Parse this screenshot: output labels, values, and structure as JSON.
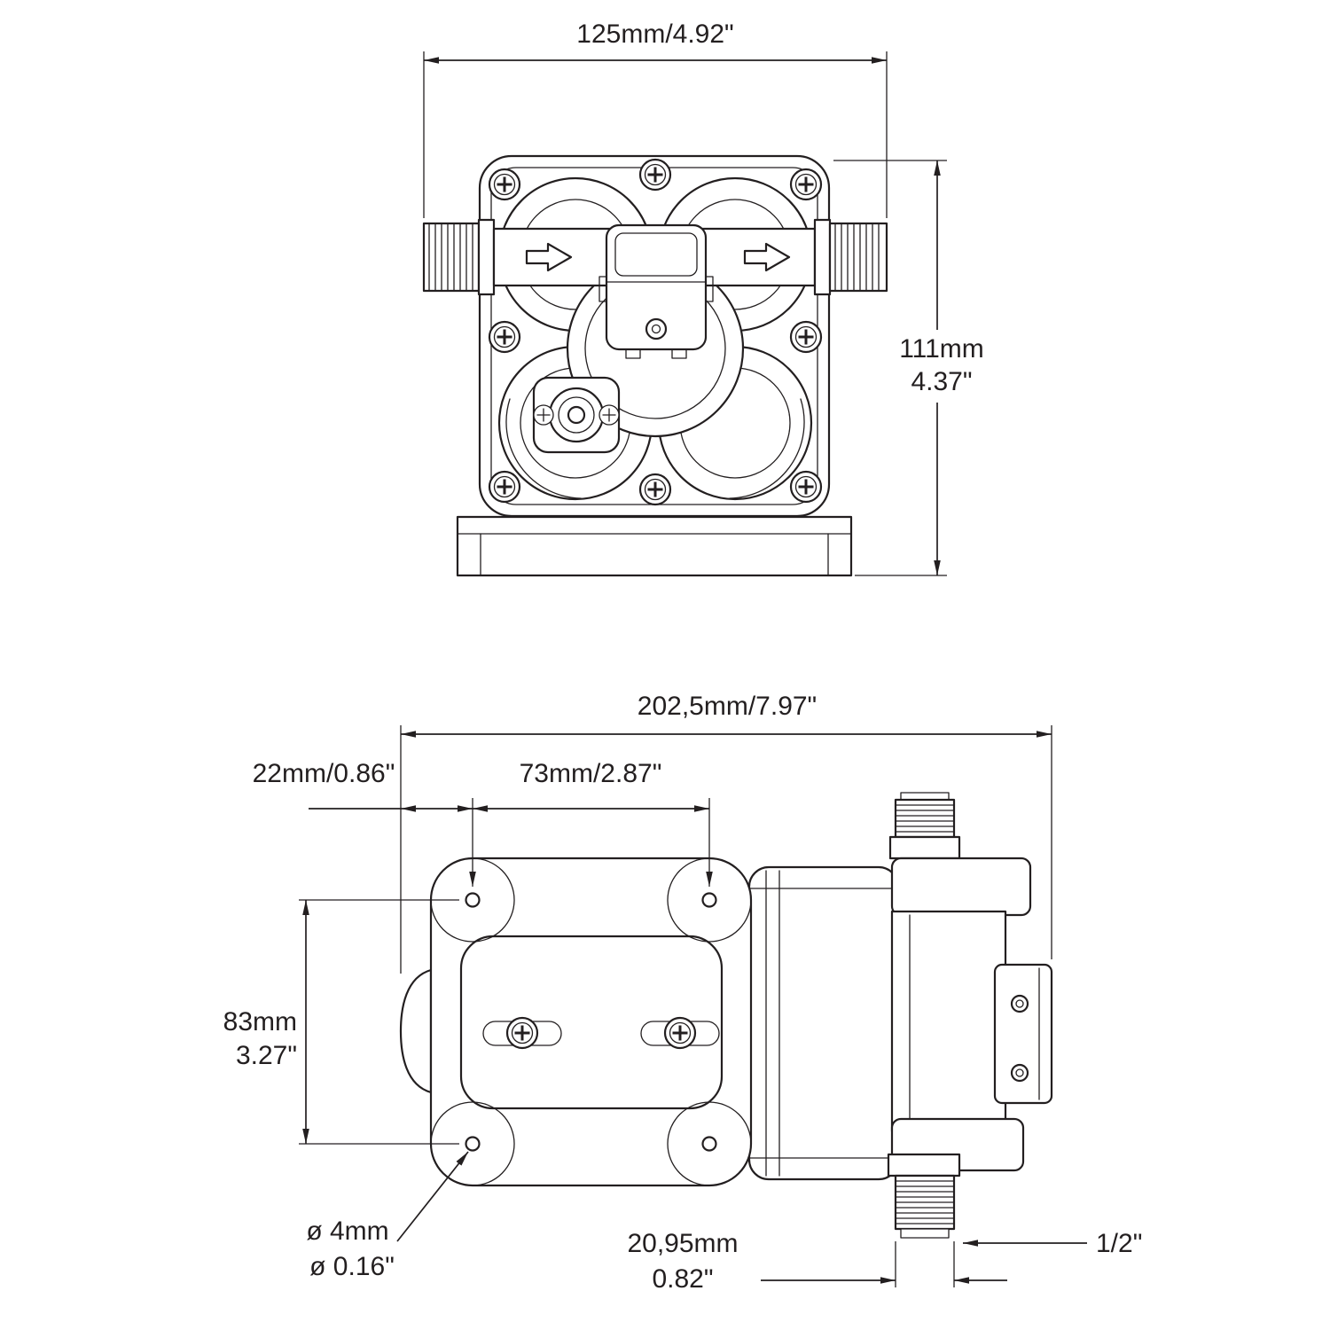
{
  "drawing": {
    "title": "pump-dimensional-drawing",
    "colors": {
      "line": "#231f20",
      "background": "#ffffff"
    },
    "front_view": {
      "width": "125mm/4.92\"",
      "height_mm": "111mm",
      "height_in": "4.37\""
    },
    "side_view": {
      "overall_length": "202,5mm/7.97\"",
      "end_offset": "22mm/0.86\"",
      "hole_spacing_horizontal": "73mm/2.87\"",
      "hole_spacing_vertical_mm": "83mm",
      "hole_spacing_vertical_in": "3.27\"",
      "hole_diameter_mm": "ø 4mm",
      "hole_diameter_in": "ø 0.16\"",
      "port_diameter_mm": "20,95mm",
      "port_diameter_in": "0.82\"",
      "port_thread_size": "1/2\""
    }
  }
}
